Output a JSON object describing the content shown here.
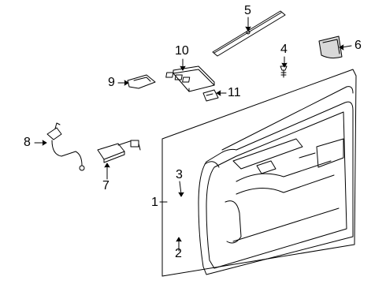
{
  "diagram": {
    "callouts": [
      {
        "key": "c1",
        "label": "1"
      },
      {
        "key": "c2",
        "label": "2"
      },
      {
        "key": "c3",
        "label": "3"
      },
      {
        "key": "c4",
        "label": "4"
      },
      {
        "key": "c5",
        "label": "5"
      },
      {
        "key": "c6",
        "label": "6"
      },
      {
        "key": "c7",
        "label": "7"
      },
      {
        "key": "c8",
        "label": "8"
      },
      {
        "key": "c9",
        "label": "9"
      },
      {
        "key": "c10",
        "label": "10"
      },
      {
        "key": "c11",
        "label": "11"
      }
    ]
  },
  "colors": {
    "line": "#000000",
    "fill": "#ffffff",
    "shade": "#d8d8d8"
  }
}
